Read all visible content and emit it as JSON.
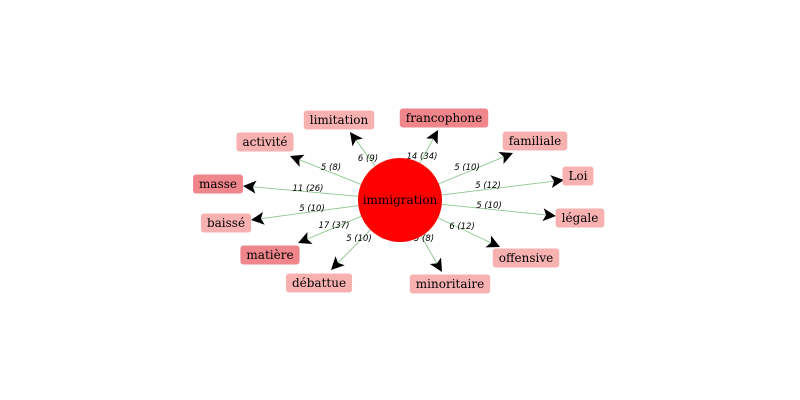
{
  "graph": {
    "center": {
      "label": "immigration",
      "color": "#ff0000"
    },
    "colors": {
      "edge": "#8dc68d",
      "arrow": "#000000",
      "node_strong": "#ef868c",
      "node_light": "#f8b1b1"
    },
    "nodes": [
      {
        "id": "limitation",
        "label": "limitation",
        "edge_label": "6 (9)",
        "tone": "light"
      },
      {
        "id": "francophone",
        "label": "francophone",
        "edge_label": "14 (34)",
        "tone": "strong"
      },
      {
        "id": "familiale",
        "label": "familiale",
        "edge_label": "5 (10)",
        "tone": "light"
      },
      {
        "id": "loi",
        "label": "Loi",
        "edge_label": "5 (12)",
        "tone": "light"
      },
      {
        "id": "legale",
        "label": "légale",
        "edge_label": "5 (10)",
        "tone": "light"
      },
      {
        "id": "offensive",
        "label": "offensive",
        "edge_label": "6 (12)",
        "tone": "light"
      },
      {
        "id": "minoritaire",
        "label": "minoritaire",
        "edge_label": "5 (8)",
        "tone": "light"
      },
      {
        "id": "debattue",
        "label": "débattue",
        "edge_label": "5 (10)",
        "tone": "light"
      },
      {
        "id": "matiere",
        "label": "matière",
        "edge_label": "17 (37)",
        "tone": "strong"
      },
      {
        "id": "baisse",
        "label": "baissé",
        "edge_label": "5 (10)",
        "tone": "light"
      },
      {
        "id": "masse",
        "label": "masse",
        "edge_label": "11 (26)",
        "tone": "strong"
      },
      {
        "id": "activite",
        "label": "activité",
        "edge_label": "5 (8)",
        "tone": "light"
      }
    ]
  }
}
